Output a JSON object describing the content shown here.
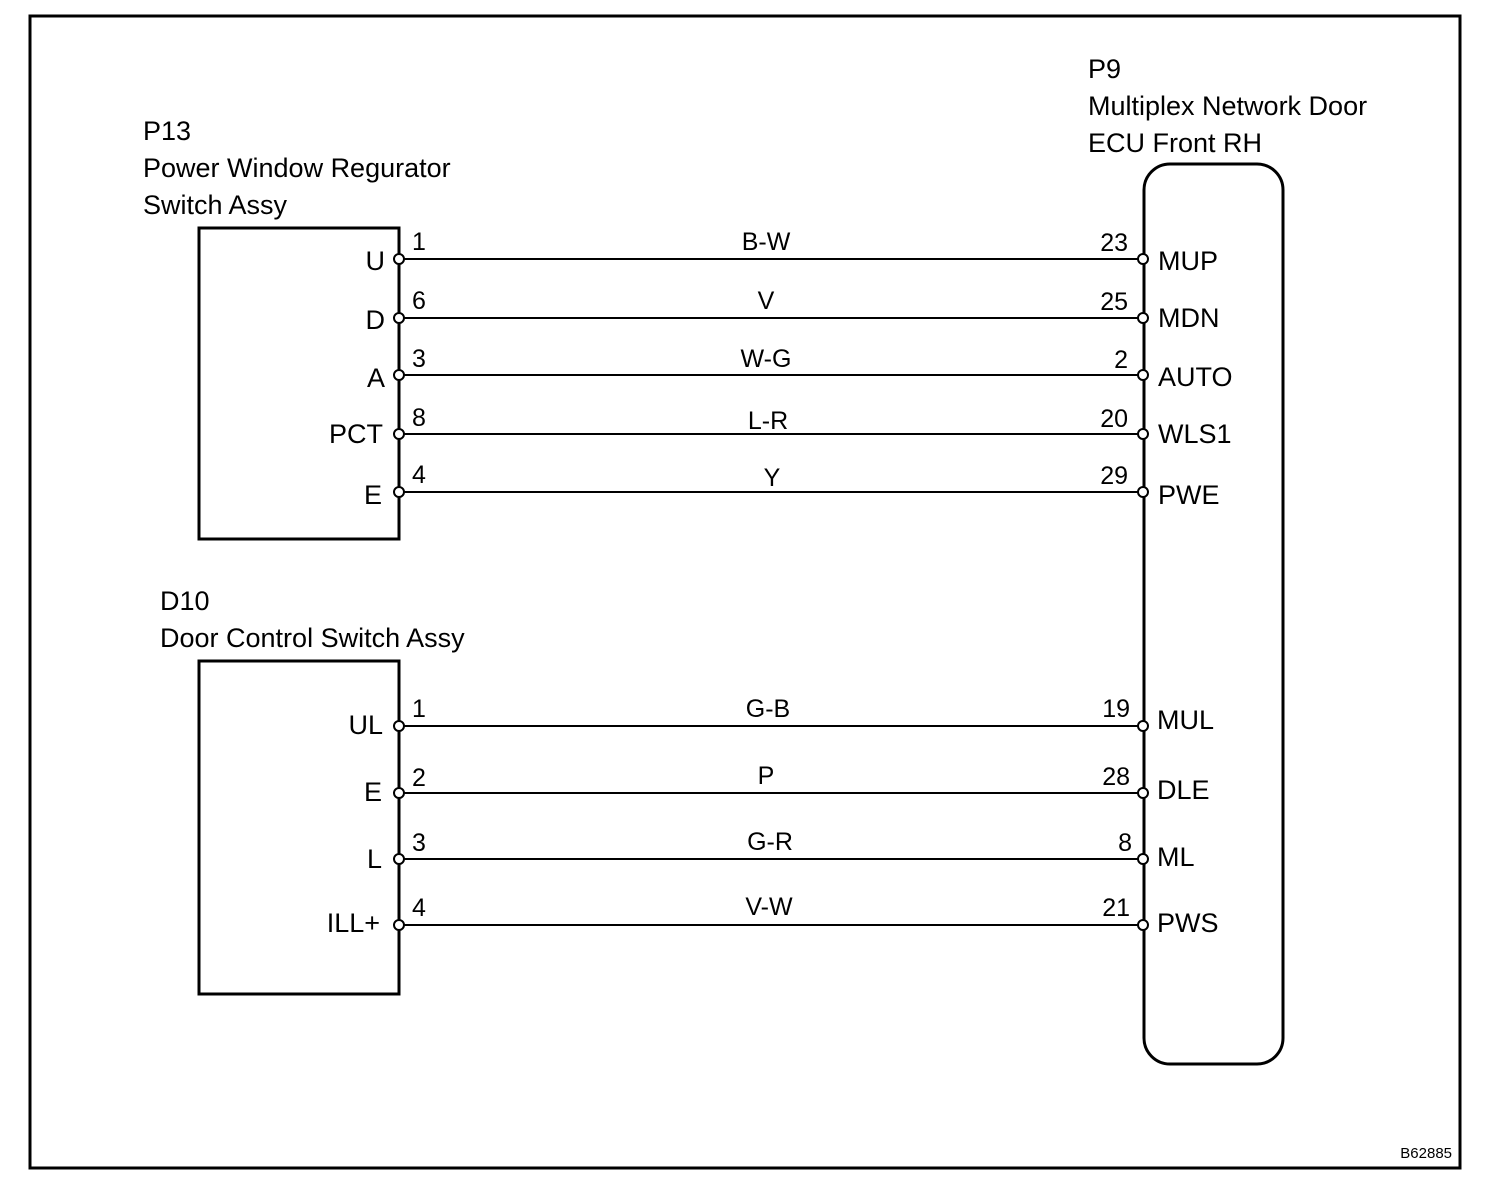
{
  "components": {
    "p13": {
      "code": "P13",
      "name_line1": "Power Window Regurator",
      "name_line2": "Switch Assy",
      "terminals": [
        {
          "label": "U",
          "pin": "1"
        },
        {
          "label": "D",
          "pin": "6"
        },
        {
          "label": "A",
          "pin": "3"
        },
        {
          "label": "PCT",
          "pin": "8"
        },
        {
          "label": "E",
          "pin": "4"
        }
      ]
    },
    "d10": {
      "code": "D10",
      "name_line1": "Door Control Switch Assy",
      "terminals": [
        {
          "label": "UL",
          "pin": "1"
        },
        {
          "label": "E",
          "pin": "2"
        },
        {
          "label": "L",
          "pin": "3"
        },
        {
          "label": "ILL+",
          "pin": "4"
        }
      ]
    },
    "p9": {
      "code": "P9",
      "name_line1": "Multiplex Network Door",
      "name_line2": "ECU Front RH",
      "terminals": [
        {
          "label": "MUP",
          "pin": "23"
        },
        {
          "label": "MDN",
          "pin": "25"
        },
        {
          "label": "AUTO",
          "pin": "2"
        },
        {
          "label": "WLS1",
          "pin": "20"
        },
        {
          "label": "PWE",
          "pin": "29"
        },
        {
          "label": "MUL",
          "pin": "19"
        },
        {
          "label": "DLE",
          "pin": "28"
        },
        {
          "label": "ML",
          "pin": "8"
        },
        {
          "label": "PWS",
          "pin": "21"
        }
      ]
    }
  },
  "wires": [
    {
      "color_code": "B-W"
    },
    {
      "color_code": "V"
    },
    {
      "color_code": "W-G"
    },
    {
      "color_code": "L-R"
    },
    {
      "color_code": "Y"
    },
    {
      "color_code": "G-B"
    },
    {
      "color_code": "P"
    },
    {
      "color_code": "G-R"
    },
    {
      "color_code": "V-W"
    }
  ],
  "figure_id": "B62885"
}
